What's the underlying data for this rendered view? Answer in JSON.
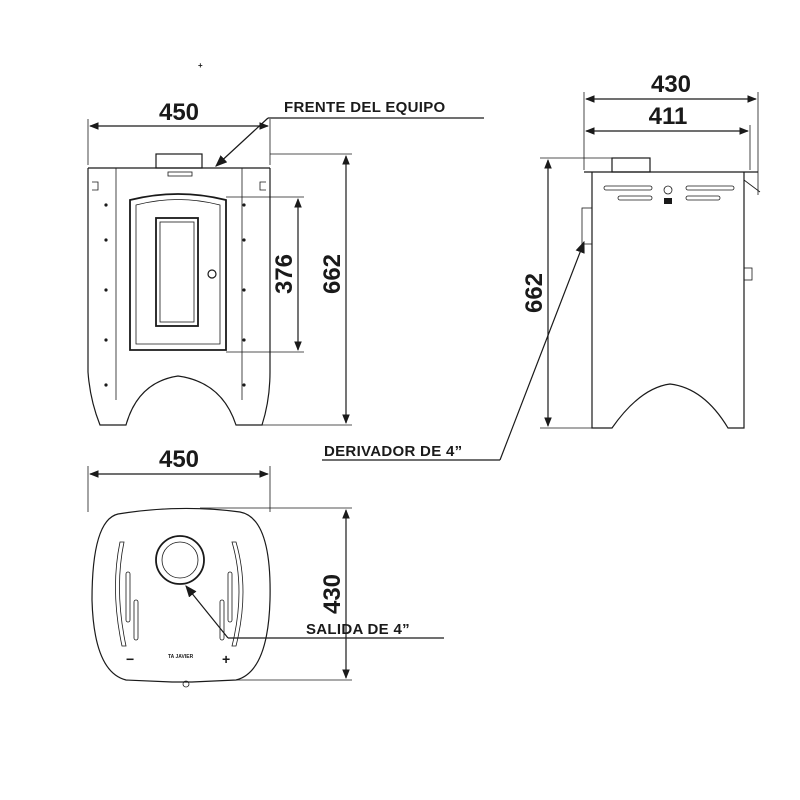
{
  "front_view": {
    "width_label": "450",
    "door_height_label": "376",
    "total_height_label": "662",
    "callout_front": "FRENTE DEL EQUIPO"
  },
  "side_view": {
    "outer_width_label": "430",
    "inner_width_label": "411",
    "height_label": "662",
    "callout_derivador": "DERIVADOR DE 4”"
  },
  "top_view": {
    "width_label": "450",
    "depth_label": "430",
    "callout_salida": "SALIDA DE 4”",
    "minus_symbol": "−",
    "plus_symbol": "+",
    "brand_text": "TA JAVIER"
  },
  "marks": {
    "crosshair": "+"
  }
}
